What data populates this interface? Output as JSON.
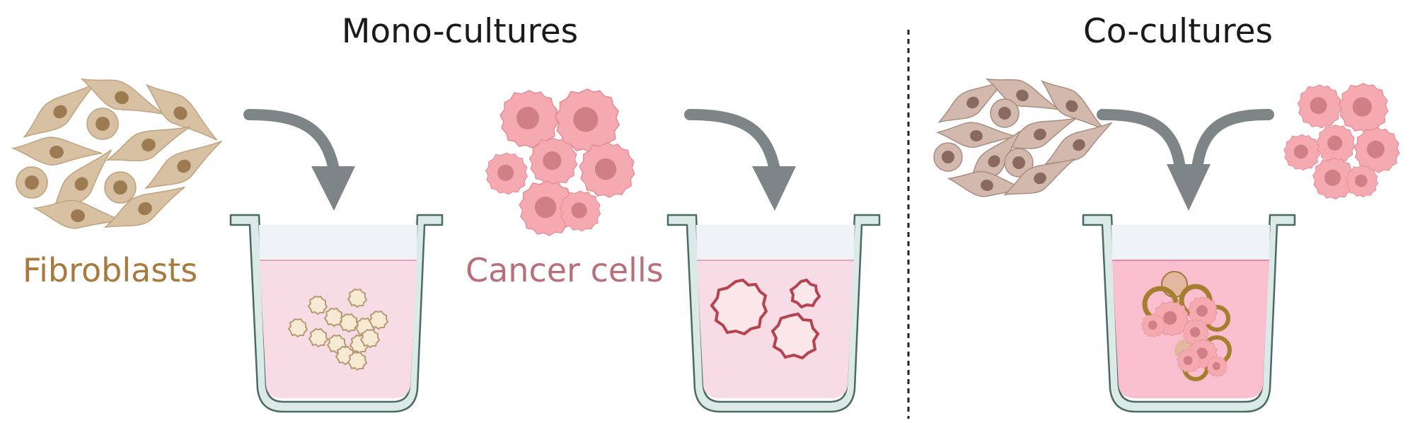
{
  "headings": {
    "mono": "Mono-cultures",
    "co": "Co-cultures"
  },
  "labels": {
    "fibroblasts": "Fibroblasts",
    "cancer": "Cancer cells"
  },
  "colors": {
    "fibroblast_label": "#a97a3d",
    "cancer_label": "#b86f7a",
    "arrow": "#7e8587",
    "well_wall": "#dbe9e7",
    "well_stroke": "#4a6a63",
    "medium_light": "#f7dbe5",
    "medium_co": "#f9bfcf",
    "fibroblast_cell": "#d8c0a2",
    "fibroblast_nucleus": "#9c7b52",
    "cancer_cell": "#f4aab0",
    "cancer_nucleus": "#d07f87",
    "divider": "#222222"
  },
  "icons": [
    "fibroblast-cluster-icon",
    "cancer-cell-cluster-icon",
    "culture-well-icon",
    "curved-arrow-icon",
    "spheroid-icon"
  ]
}
